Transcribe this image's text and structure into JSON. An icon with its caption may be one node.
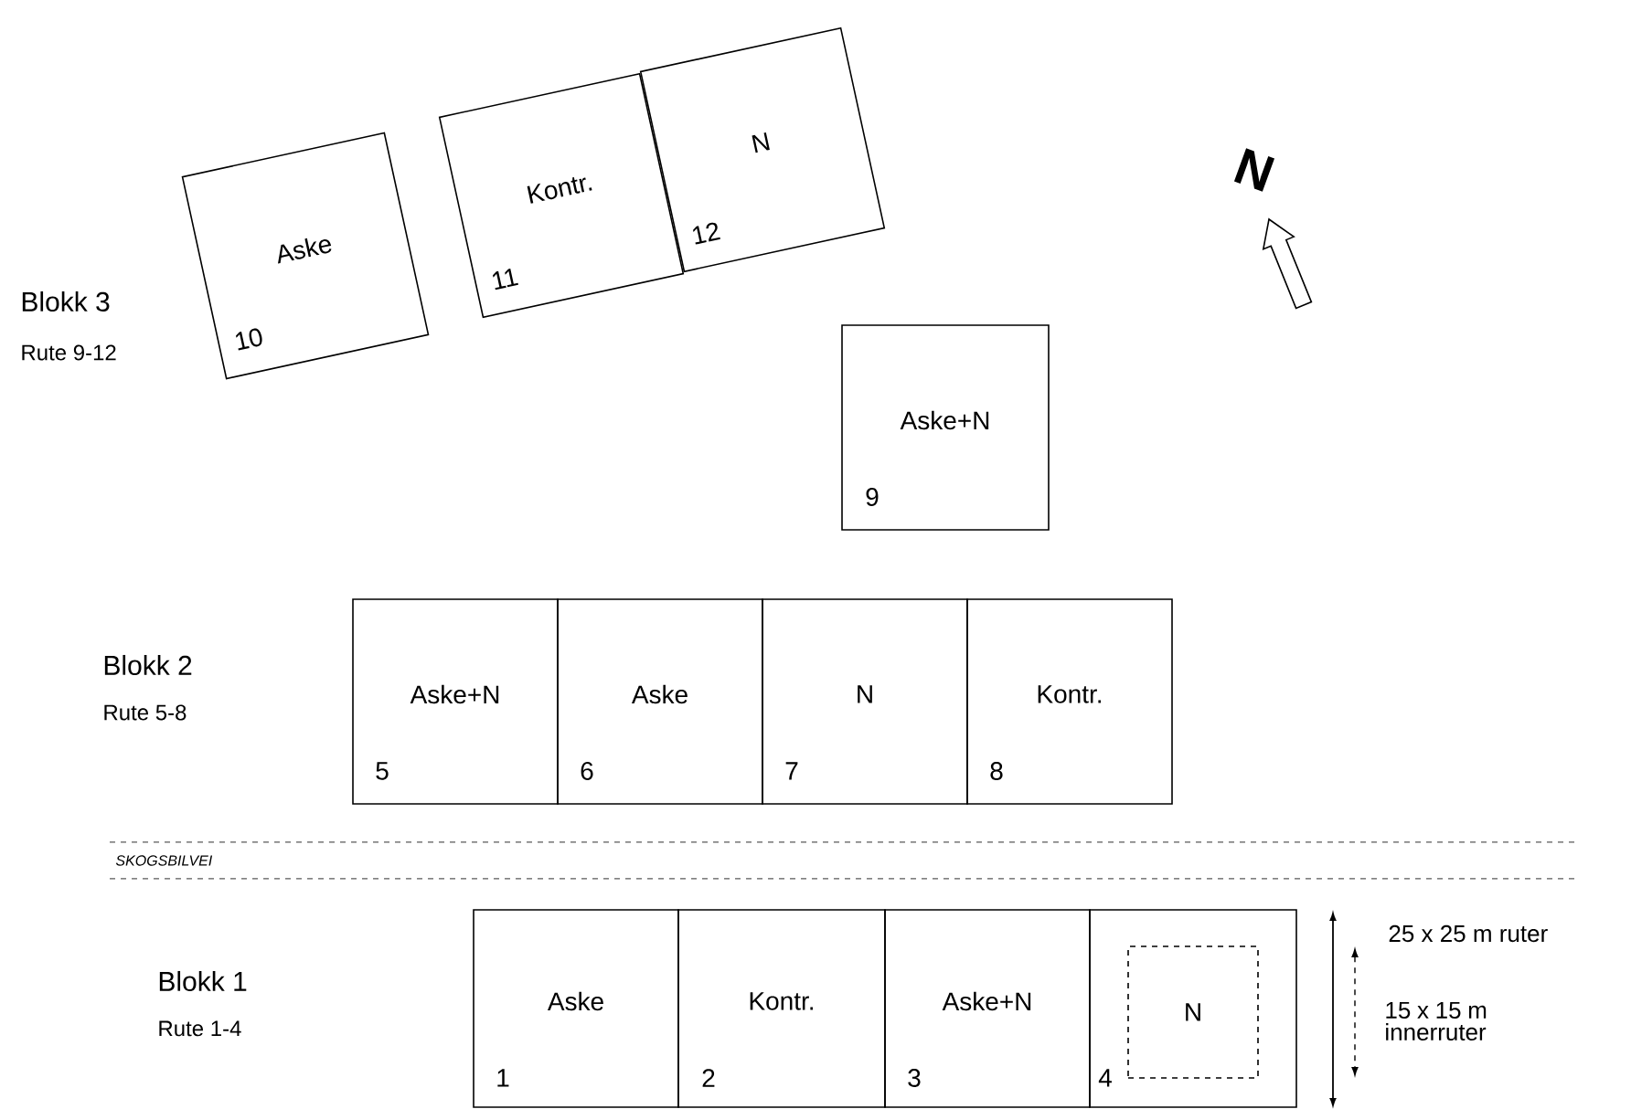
{
  "diagram": {
    "nodes": [
      {
        "text": [
          "Aske",
          "10"
        ]
      },
      {
        "text": [
          "Kontr.",
          "11"
        ]
      },
      {
        "text": [
          "N",
          "12"
        ]
      },
      {
        "text": [
          "Aske+N",
          "9"
        ]
      },
      {
        "text": [
          "Aske+N",
          "5"
        ]
      },
      {
        "text": [
          "Aske",
          "6"
        ]
      },
      {
        "text": [
          "N",
          "7"
        ]
      },
      {
        "text": [
          "Kontr.",
          "8"
        ]
      },
      {
        "text": [
          "Aske",
          "1"
        ]
      },
      {
        "text": [
          "Kontr.",
          "2"
        ]
      },
      {
        "text": [
          "Aske+N",
          "3"
        ]
      },
      {
        "text": [
          "4"
        ]
      },
      {
        "text": [
          "N"
        ],
        "in": 11
      }
    ],
    "labels": [
      "N",
      "Blokk 3",
      "Rute 9-12",
      "Blokk 2",
      "Rute 5-8",
      "SKOGSBILVEI",
      "Blokk 1",
      "Rute 1-4",
      "25 x 25 m ruter",
      "15 x 15 m innerruter"
    ]
  }
}
